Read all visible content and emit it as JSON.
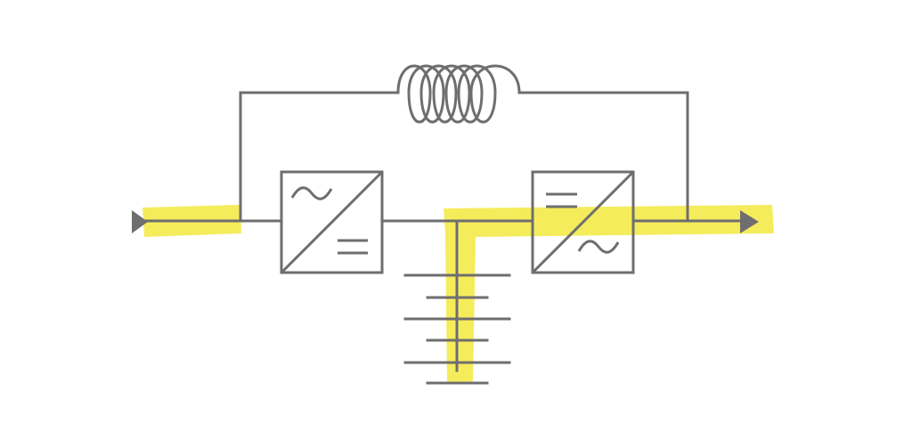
{
  "diagram": {
    "type": "ups-power-flow-schematic",
    "components": [
      {
        "id": "input-arrow",
        "kind": "arrowhead",
        "glyph": "play-icon"
      },
      {
        "id": "bypass-inductor",
        "kind": "coil",
        "turns": 6
      },
      {
        "id": "rectifier",
        "kind": "converter",
        "top_symbol": "~",
        "bottom_symbol": "="
      },
      {
        "id": "inverter",
        "kind": "converter",
        "top_symbol": "=",
        "bottom_symbol": "~"
      },
      {
        "id": "battery-bank",
        "kind": "battery",
        "cells": 3
      },
      {
        "id": "output-arrow",
        "kind": "arrowhead",
        "glyph": "play-icon"
      }
    ],
    "highlighted_path": [
      "input",
      "battery-bank",
      "inverter",
      "output"
    ]
  },
  "colors": {
    "line": "#6e6e6e",
    "highlight": "#f4ea4e",
    "background": "#ffffff"
  }
}
